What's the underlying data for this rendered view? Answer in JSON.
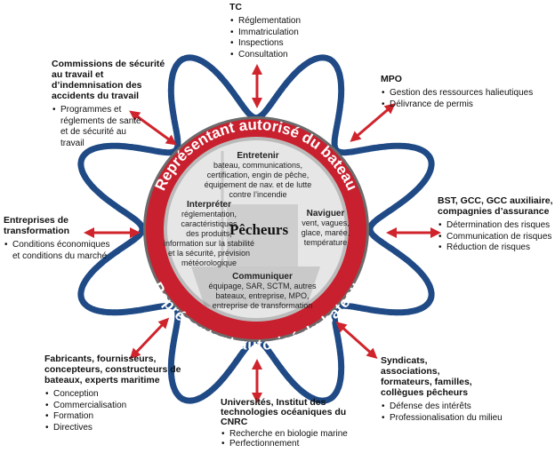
{
  "ring_text_top": "Représentant autorisé du bateau",
  "ring_text_bottom": "Représentant autorisé du bateau",
  "center_title": "Pêcheurs",
  "center": {
    "entretenir": {
      "title": "Entretenir",
      "text": [
        "bateau, communications,",
        "certification, engin de pêche,",
        "équipement de nav. et de lutte",
        "contre l’incendie"
      ]
    },
    "interpreter": {
      "title": "Interpréter",
      "text": [
        "réglementation,",
        "caractéristiques",
        "des produits,",
        "information sur la stabilité",
        "et la sécurité, prévision",
        "météorologique"
      ]
    },
    "naviguer": {
      "title": "Naviguer",
      "text": [
        "vent, vagues,",
        "glace, marée,",
        "température"
      ]
    },
    "communiquer": {
      "title": "Communiquer",
      "text": [
        "équipage, SAR, SCTM, autres",
        "bateaux, entreprise, MPO,",
        "entreprise de transformation"
      ]
    }
  },
  "partners": {
    "tc": {
      "title": "TC",
      "items": [
        "Réglementation",
        "Immatriculation",
        "Inspections",
        "Consultation"
      ]
    },
    "mpo": {
      "title": "MPO",
      "items": [
        "Gestion des ressources halieutiques",
        "Délivrance de permis"
      ]
    },
    "bst": {
      "title": "BST, GCC, GCC auxiliaire, compagnies d’assurance",
      "items": [
        "Détermination des risques",
        "Communication de risques",
        "Réduction de risques"
      ]
    },
    "syndicats": {
      "title": "Syndicats, associations, formateurs, familles, collègues pêcheurs",
      "items": [
        "Défense des intérêts",
        "Professionalisation du milieu"
      ]
    },
    "universites": {
      "title": "Universités, Institut des technologies océaniques du CNRC",
      "items": [
        "Recherche en biologie marine",
        "Perfectionnement"
      ]
    },
    "fabricants": {
      "title": "Fabricants, fournisseurs, concepteurs, constructeurs de bateaux, experts  maritime",
      "items": [
        "Conception",
        "Commercialisation",
        "Formation",
        "Directives"
      ]
    },
    "entreprises": {
      "title": "Entreprises de transformation",
      "items": [
        "Conditions économiques et conditions du marché"
      ]
    },
    "commissions": {
      "title": "Commissions de sécurité au travail et d’indemnisation des accidents du travail",
      "items": [
        "Programmes et réglements de santé et de sécurité au travail"
      ]
    }
  },
  "colors": {
    "rope": "#1f4a85",
    "ring": "#c8202e",
    "arrow": "#d0242c",
    "inner": "#d9d9d9"
  }
}
